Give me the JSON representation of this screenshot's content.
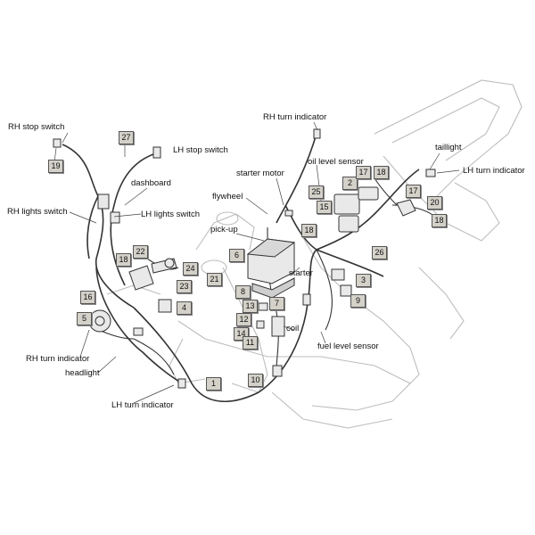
{
  "labels": {
    "rh_stop_switch": "RH stop switch",
    "lh_stop_switch": "LH stop switch",
    "dashboard": "dashboard",
    "rh_lights_switch": "RH lights switch",
    "lh_lights_switch": "LH lights switch",
    "rh_turn_indicator_top": "RH turn indicator",
    "starter_motor": "starter motor",
    "oil_level_sensor": "oil level sensor",
    "taillight": "taillight",
    "lh_turn_indicator_rear": "LH turn indicator",
    "flywheel": "flywheel",
    "pick_up": "pick-up",
    "starter": "starter",
    "coil": "coil",
    "fuel_level_sensor": "fuel level sensor",
    "rh_turn_indicator_front": "RH turn indicator",
    "headlight": "headlight",
    "lh_turn_indicator_front": "LH turn indicator"
  },
  "callouts": {
    "c27": "27",
    "c19": "19",
    "c18a": "18",
    "c22": "22",
    "c24": "24",
    "c23": "23",
    "c21": "21",
    "c4": "4",
    "c16": "16",
    "c5": "5",
    "c1": "1",
    "c6": "6",
    "c8": "8",
    "c13": "13",
    "c7": "7",
    "c12": "12",
    "c14": "14",
    "c11": "11",
    "c10": "10",
    "c25": "25",
    "c15": "15",
    "c18b": "18",
    "c2": "2",
    "c17a": "17",
    "c18c": "18",
    "c17b": "17",
    "c20": "20",
    "c18d": "18",
    "c26": "26",
    "c3": "3",
    "c9": "9"
  }
}
